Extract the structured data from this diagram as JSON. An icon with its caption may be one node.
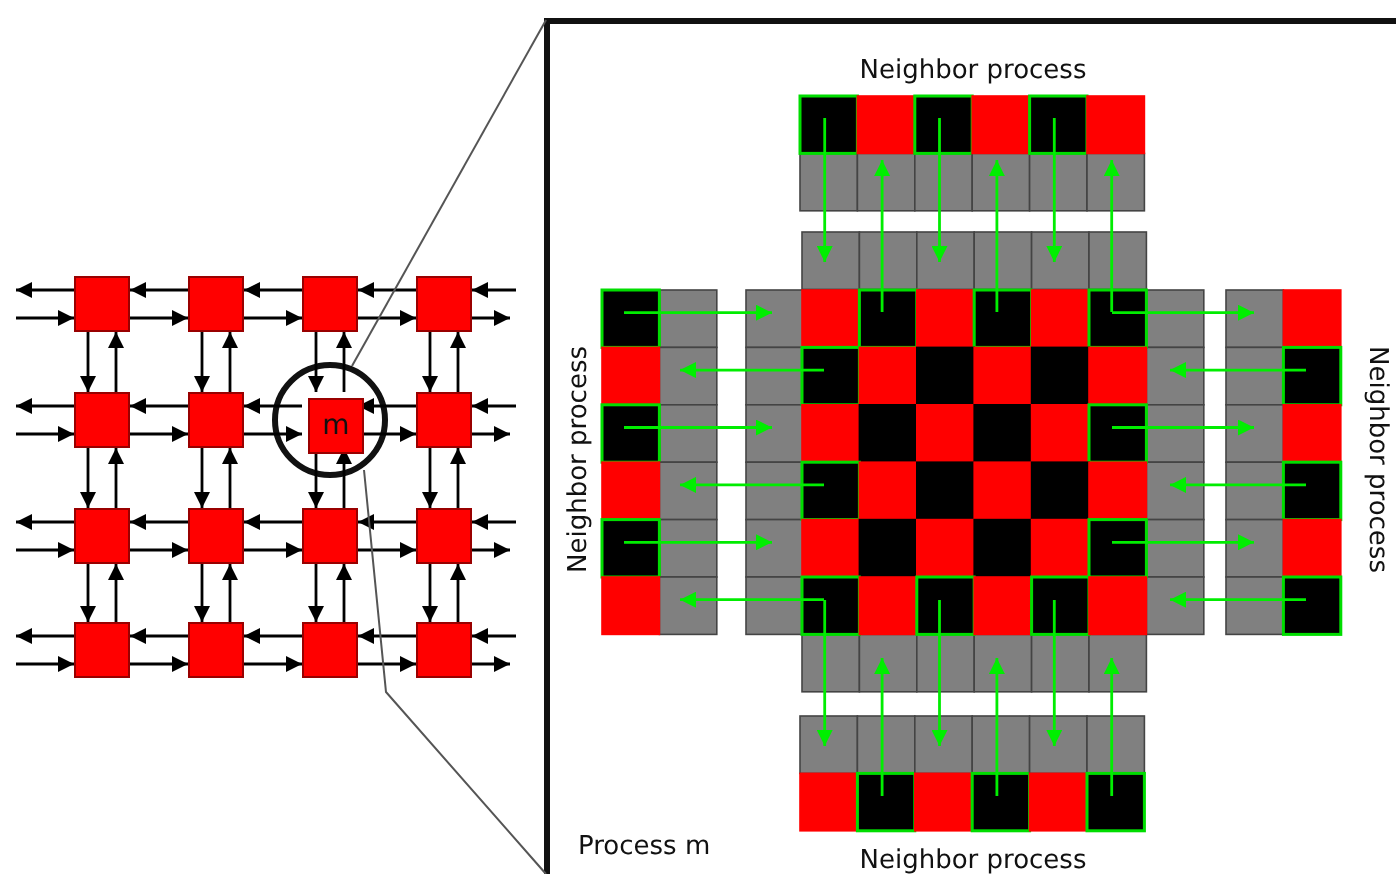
{
  "diagram": {
    "nodes": [
      {
        "text": [],
        "shape": "circle"
      },
      {
        "text": [],
        "shape": "box"
      },
      {
        "text": [],
        "shape": "box"
      },
      {
        "text": [],
        "shape": "box"
      },
      {
        "text": [],
        "shape": "box"
      },
      {
        "text": [],
        "shape": "box"
      },
      {
        "text": [],
        "shape": "box"
      },
      {
        "text": [
          "m"
        ],
        "in": 0
      },
      {
        "text": [],
        "shape": "box"
      },
      {
        "text": [],
        "shape": "box"
      },
      {
        "text": [],
        "shape": "box"
      },
      {
        "text": [],
        "shape": "box"
      },
      {
        "text": [],
        "shape": "box"
      },
      {
        "text": [],
        "shape": "box"
      },
      {
        "text": [],
        "shape": "box"
      },
      {
        "text": [],
        "shape": "box"
      },
      {
        "text": [],
        "shape": "box"
      },
      {
        "text": [
          "Process m"
        ]
      },
      {
        "text": [
          "Neighbor process"
        ],
        "in": 17
      },
      {
        "text": [
          "Neighbor process"
        ],
        "in": 17
      },
      {
        "text": [
          "Neighbor process"
        ],
        "in": 17
      },
      {
        "text": [
          "Neighbor process"
        ],
        "in": 17
      },
      {
        "text": [],
        "shape": "box",
        "in": 17
      }
    ],
    "edges": [
      {
        "from": 1,
        "to": null,
        "arrow": "to"
      },
      {
        "from": null,
        "to": 1,
        "arrow": "to"
      },
      {
        "from": 2,
        "to": 1,
        "arrow": "to"
      },
      {
        "from": 1,
        "to": 2,
        "arrow": "to"
      },
      {
        "from": 3,
        "to": 2,
        "arrow": "to"
      },
      {
        "from": 2,
        "to": 3,
        "arrow": "to"
      },
      {
        "from": 4,
        "to": 3,
        "arrow": "to"
      },
      {
        "from": 3,
        "to": 4,
        "arrow": "to"
      },
      {
        "from": null,
        "to": 4,
        "arrow": "to"
      },
      {
        "from": 4,
        "to": null,
        "arrow": "to"
      },
      {
        "from": 5,
        "to": null,
        "arrow": "to"
      },
      {
        "from": null,
        "to": 5,
        "arrow": "to"
      },
      {
        "from": 6,
        "to": 5,
        "arrow": "to"
      },
      {
        "from": 5,
        "to": 6,
        "arrow": "to"
      },
      {
        "from": 7,
        "to": 6,
        "arrow": "to"
      },
      {
        "from": 6,
        "to": 7,
        "arrow": "to"
      },
      {
        "from": 8,
        "to": 7,
        "arrow": "to"
      },
      {
        "from": 7,
        "to": 8,
        "arrow": "to"
      },
      {
        "from": null,
        "to": 8,
        "arrow": "to"
      },
      {
        "from": 8,
        "to": null,
        "arrow": "to"
      },
      {
        "from": 9,
        "to": null,
        "arrow": "to"
      },
      {
        "from": null,
        "to": 9,
        "arrow": "to"
      },
      {
        "from": 10,
        "to": 9,
        "arrow": "to"
      },
      {
        "from": 9,
        "to": 10,
        "arrow": "to"
      },
      {
        "from": 11,
        "to": 10,
        "arrow": "to"
      },
      {
        "from": 10,
        "to": 11,
        "arrow": "to"
      },
      {
        "from": 12,
        "to": 11,
        "arrow": "to"
      },
      {
        "from": 11,
        "to": 12,
        "arrow": "to"
      },
      {
        "from": null,
        "to": 12,
        "arrow": "to"
      },
      {
        "from": 12,
        "to": null,
        "arrow": "to"
      },
      {
        "from": 13,
        "to": null,
        "arrow": "to"
      },
      {
        "from": null,
        "to": 13,
        "arrow": "to"
      },
      {
        "from": 14,
        "to": 13,
        "arrow": "to"
      },
      {
        "from": 13,
        "to": 14,
        "arrow": "to"
      },
      {
        "from": 15,
        "to": 14,
        "arrow": "to"
      },
      {
        "from": 14,
        "to": 15,
        "arrow": "to"
      },
      {
        "from": 16,
        "to": 15,
        "arrow": "to"
      },
      {
        "from": 15,
        "to": 16,
        "arrow": "to"
      },
      {
        "from": null,
        "to": 16,
        "arrow": "to"
      },
      {
        "from": 16,
        "to": null,
        "arrow": "to"
      },
      {
        "from": 1,
        "to": 5,
        "arrow": "to"
      },
      {
        "from": 5,
        "to": 1,
        "arrow": "to"
      },
      {
        "from": 2,
        "to": 6,
        "arrow": "to"
      },
      {
        "from": 6,
        "to": 2,
        "arrow": "to"
      },
      {
        "from": 3,
        "to": 7,
        "arrow": "to"
      },
      {
        "from": 7,
        "to": 3,
        "arrow": "to"
      },
      {
        "from": 4,
        "to": 8,
        "arrow": "to"
      },
      {
        "from": 8,
        "to": 4,
        "arrow": "to"
      },
      {
        "from": 5,
        "to": 9,
        "arrow": "to"
      },
      {
        "from": 9,
        "to": 5,
        "arrow": "to"
      },
      {
        "from": 6,
        "to": 10,
        "arrow": "to"
      },
      {
        "from": 10,
        "to": 6,
        "arrow": "to"
      },
      {
        "from": 7,
        "to": 11,
        "arrow": "to"
      },
      {
        "from": 11,
        "to": 7,
        "arrow": "to"
      },
      {
        "from": 8,
        "to": 12,
        "arrow": "to"
      },
      {
        "from": 12,
        "to": 8,
        "arrow": "to"
      },
      {
        "from": 9,
        "to": 13,
        "arrow": "to"
      },
      {
        "from": 13,
        "to": 9,
        "arrow": "to"
      },
      {
        "from": 10,
        "to": 14,
        "arrow": "to"
      },
      {
        "from": 14,
        "to": 10,
        "arrow": "to"
      },
      {
        "from": 11,
        "to": 15,
        "arrow": "to"
      },
      {
        "from": 15,
        "to": 11,
        "arrow": "to"
      },
      {
        "from": 12,
        "to": 16,
        "arrow": "to"
      },
      {
        "from": 16,
        "to": 12,
        "arrow": "to"
      },
      {
        "from": 0,
        "to": 17,
        "arrow": "none",
        "color": "#555555"
      },
      {
        "from": 0,
        "to": 17,
        "arrow": "none",
        "color": "#555555"
      },
      {
        "from": 18,
        "to": 22,
        "arrow": "to",
        "color": "#00ee00"
      },
      {
        "from": 22,
        "to": 18,
        "arrow": "to",
        "color": "#00ee00"
      },
      {
        "from": 18,
        "to": 22,
        "arrow": "to",
        "color": "#00ee00"
      },
      {
        "from": 22,
        "to": 18,
        "arrow": "to",
        "color": "#00ee00"
      },
      {
        "from": 18,
        "to": 22,
        "arrow": "to",
        "color": "#00ee00"
      },
      {
        "from": 22,
        "to": 18,
        "arrow": "to",
        "color": "#00ee00"
      },
      {
        "from": 19,
        "to": 22,
        "arrow": "to",
        "color": "#00ee00"
      },
      {
        "from": 22,
        "to": 19,
        "arrow": "to",
        "color": "#00ee00"
      },
      {
        "from": 19,
        "to": 22,
        "arrow": "to",
        "color": "#00ee00"
      },
      {
        "from": 22,
        "to": 19,
        "arrow": "to",
        "color": "#00ee00"
      },
      {
        "from": 19,
        "to": 22,
        "arrow": "to",
        "color": "#00ee00"
      },
      {
        "from": 22,
        "to": 19,
        "arrow": "to",
        "color": "#00ee00"
      },
      {
        "from": 22,
        "to": 20,
        "arrow": "to",
        "color": "#00ee00"
      },
      {
        "from": 20,
        "to": 22,
        "arrow": "to",
        "color": "#00ee00"
      },
      {
        "from": 22,
        "to": 20,
        "arrow": "to",
        "color": "#00ee00"
      },
      {
        "from": 20,
        "to": 22,
        "arrow": "to",
        "color": "#00ee00"
      },
      {
        "from": 22,
        "to": 20,
        "arrow": "to",
        "color": "#00ee00"
      },
      {
        "from": 20,
        "to": 22,
        "arrow": "to",
        "color": "#00ee00"
      },
      {
        "from": 22,
        "to": 21,
        "arrow": "to",
        "color": "#00ee00"
      },
      {
        "from": 21,
        "to": 22,
        "arrow": "to",
        "color": "#00ee00"
      },
      {
        "from": 22,
        "to": 21,
        "arrow": "to",
        "color": "#00ee00"
      },
      {
        "from": 21,
        "to": 22,
        "arrow": "to",
        "color": "#00ee00"
      },
      {
        "from": 22,
        "to": 21,
        "arrow": "to",
        "color": "#00ee00"
      },
      {
        "from": 21,
        "to": 22,
        "arrow": "to",
        "color": "#00ee00"
      }
    ]
  }
}
